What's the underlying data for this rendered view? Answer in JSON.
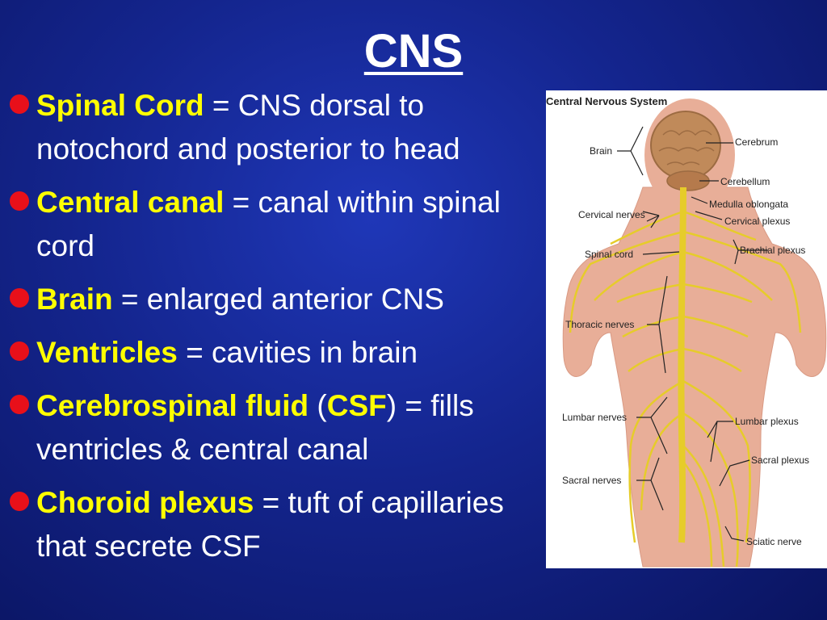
{
  "slide": {
    "title": "CNS",
    "bullets": [
      {
        "term": "Spinal Cord",
        "text": " = CNS dorsal to notochord and posterior to head"
      },
      {
        "term": "Central canal",
        "text": " = canal within spinal cord"
      },
      {
        "term": "Brain",
        "text": " = enlarged anterior CNS"
      },
      {
        "term": "Ventricles",
        "text": " = cavities in brain"
      },
      {
        "term": "Cerebrospinal fluid",
        "pre": " (",
        "term2": "CSF",
        "text": ") = fills ventricles & central canal"
      },
      {
        "term": "Choroid plexus",
        "text": " = tuft of capillaries that secrete CSF"
      }
    ]
  },
  "figure": {
    "title": "Central Nervous System",
    "labels_left": [
      "Brain",
      "Cervical nerves",
      "Spinal cord",
      "Thoracic nerves",
      "Lumbar nerves",
      "Sacral nerves"
    ],
    "labels_right": [
      "Cerebrum",
      "Cerebellum",
      "Medulla oblongata",
      "Cervical plexus",
      "Brachial plexus",
      "Lumbar plexus",
      "Sacral plexus",
      "Sciatic nerve"
    ]
  },
  "colors": {
    "term": "#ffff00",
    "bullet": "#e8101a",
    "text": "#ffffff",
    "nerve": "#e6cc2a"
  }
}
